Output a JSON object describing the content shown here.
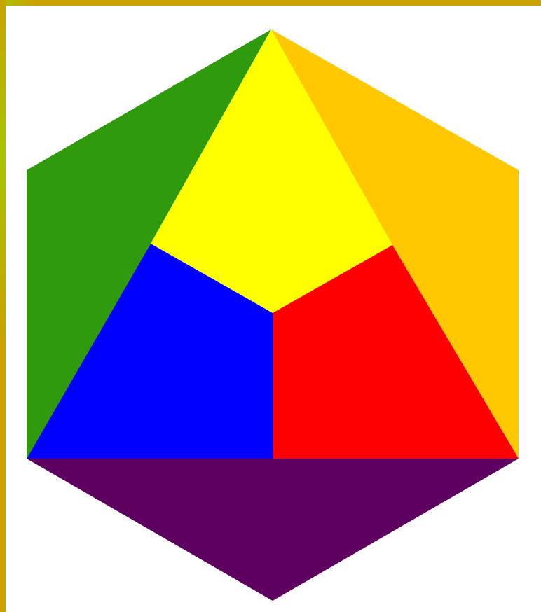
{
  "colors": {
    "background": "#ffffff",
    "frame": "#c9a300",
    "frame_left_highlight": "#a8c400",
    "green": "#2e9a0c",
    "yellow": "#ffff00",
    "orange": "#ffc800",
    "blue": "#0000ff",
    "red": "#ff0000",
    "purple": "#5e0060"
  },
  "faces": [
    {
      "name": "green-face",
      "color_key": "green"
    },
    {
      "name": "yellow-face",
      "color_key": "yellow"
    },
    {
      "name": "orange-face",
      "color_key": "orange"
    },
    {
      "name": "blue-face",
      "color_key": "blue"
    },
    {
      "name": "red-face",
      "color_key": "red"
    },
    {
      "name": "purple-face",
      "color_key": "purple"
    }
  ]
}
